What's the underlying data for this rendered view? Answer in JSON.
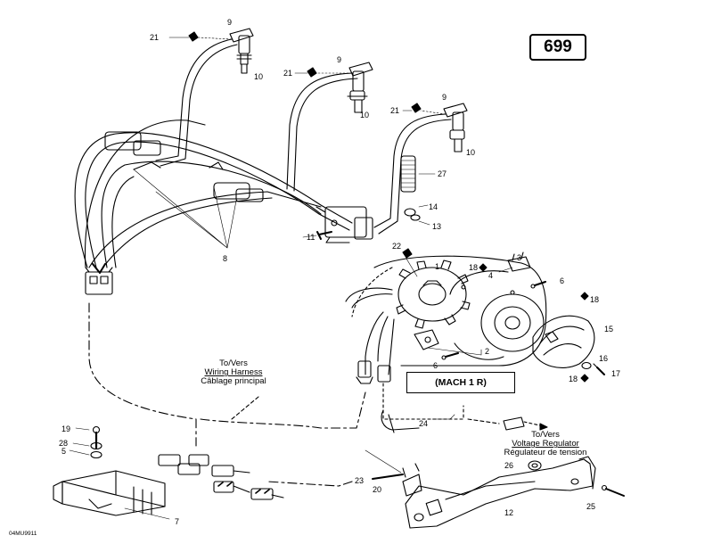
{
  "page_badge": "699",
  "variant_label": "(MACH 1 R)",
  "drawing_code": "04MU9911",
  "notes": {
    "wiring_harness": [
      "To/Vers",
      "Wiring Harness",
      "Câblage principal"
    ],
    "voltage_regulator": [
      "To/Vers",
      "Voltage Regulator",
      "Régulateur de tension"
    ]
  },
  "callouts": {
    "c1": "1",
    "c2": "2",
    "c3": "3",
    "c4": "4",
    "c5": "5",
    "c6a": "6",
    "c6b": "6",
    "c7": "7",
    "c8": "8",
    "c9a": "9",
    "c9b": "9",
    "c9c": "9",
    "c10a": "10",
    "c10b": "10",
    "c10c": "10",
    "c11": "11",
    "c12": "12",
    "c13": "13",
    "c14": "14",
    "c15": "15",
    "c16": "16",
    "c17": "17",
    "c18a": "18",
    "c18b": "18",
    "c18c": "18",
    "c19": "19",
    "c20": "20",
    "c21a": "21",
    "c21b": "21",
    "c21c": "21",
    "c22": "22",
    "c23": "23",
    "c24": "24",
    "c25": "25",
    "c26": "26",
    "c27": "27",
    "c28": "28"
  }
}
